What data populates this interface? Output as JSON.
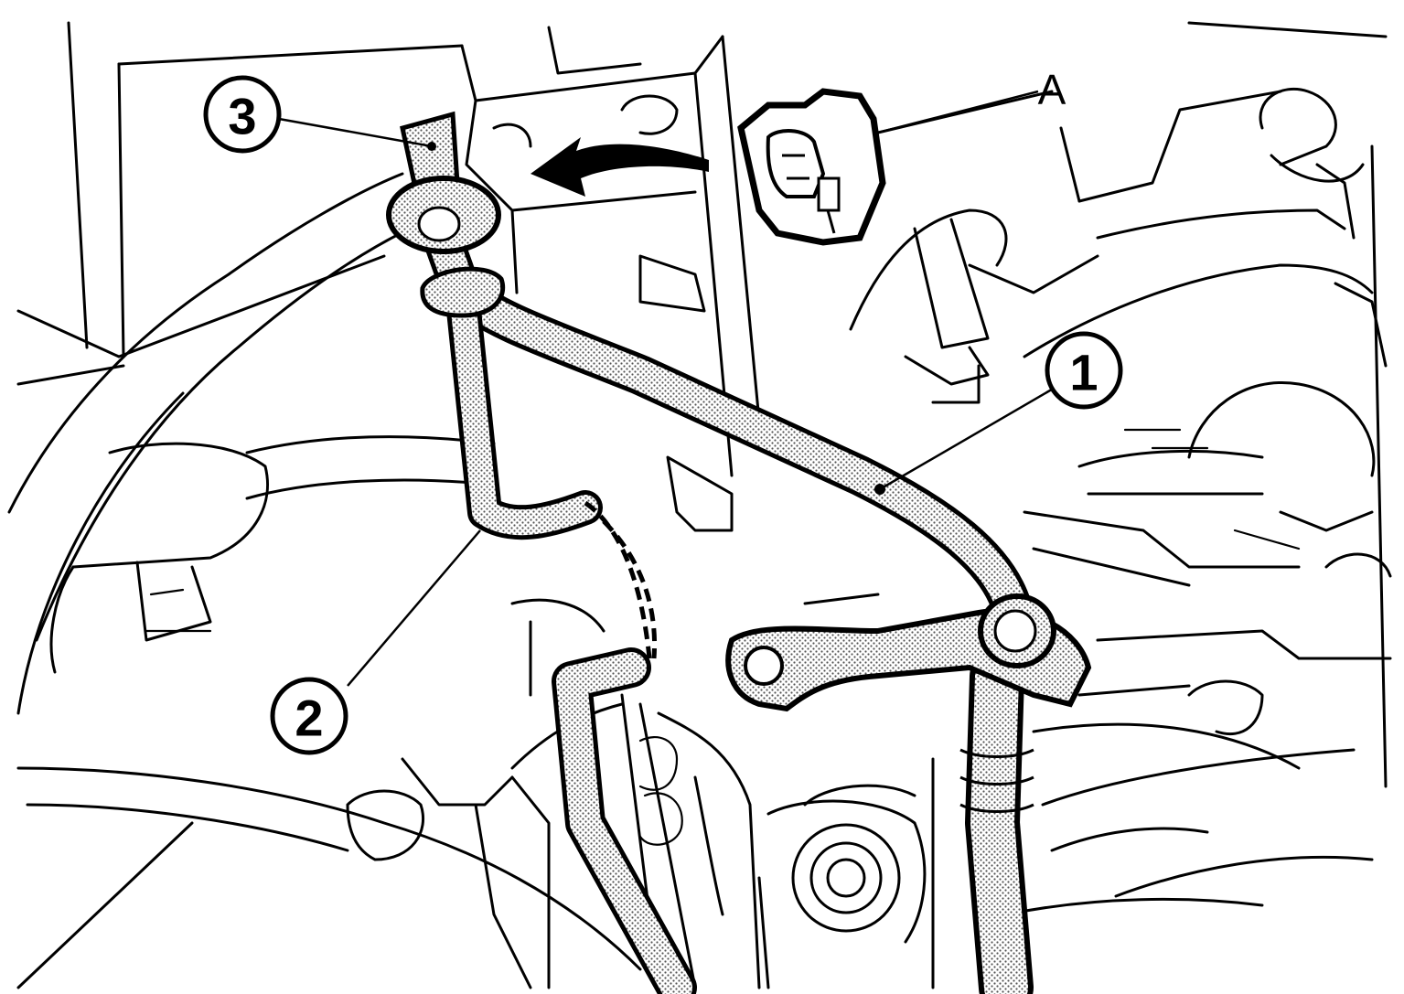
{
  "diagram": {
    "callouts": [
      {
        "id": "callout-1",
        "text": "1"
      },
      {
        "id": "callout-2",
        "text": "2"
      },
      {
        "id": "callout-3",
        "text": "3"
      }
    ],
    "labels": [
      {
        "id": "label-a",
        "text": "A"
      }
    ],
    "icons": {
      "arrow": "curved-arrow-icon",
      "connector": "connector-icon",
      "clamp": "clamp-icon"
    },
    "colors": {
      "ink": "#000000",
      "paper": "#ffffff",
      "hatch": "#666666"
    }
  }
}
